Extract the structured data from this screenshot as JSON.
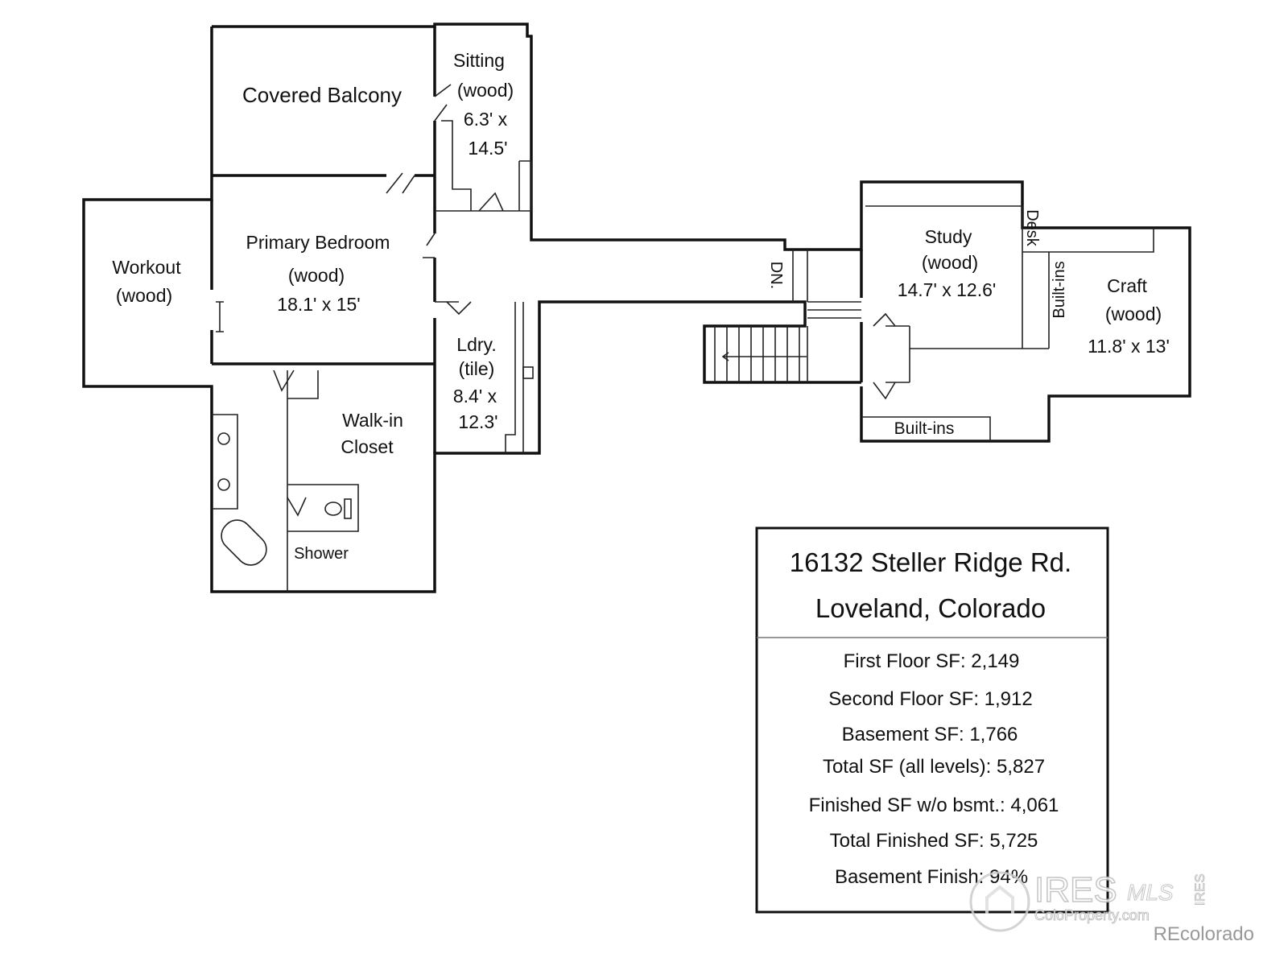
{
  "rooms": {
    "covered_balcony": "Covered Balcony",
    "sitting": {
      "name": "Sitting",
      "floor": "(wood)",
      "dim1": "6.3' x",
      "dim2": "14.5'"
    },
    "primary_bedroom": {
      "name": "Primary Bedroom",
      "floor": "(wood)",
      "dims": "18.1' x 15'"
    },
    "workout": {
      "name": "Workout",
      "floor": "(wood)"
    },
    "laundry": {
      "name": "Ldry.",
      "floor": "(tile)",
      "dim1": "8.4' x",
      "dim2": "12.3'"
    },
    "walk_in_closet": {
      "line1": "Walk-in",
      "line2": "Closet"
    },
    "shower": "Shower",
    "study": {
      "name": "Study",
      "floor": "(wood)",
      "dims": "14.7' x 12.6'"
    },
    "desk": "Desk",
    "builtins_vertical": "Built-ins",
    "builtins_bottom": "Built-ins",
    "craft": {
      "name": "Craft",
      "floor": "(wood)",
      "dims": "11.8' x 13'"
    },
    "stairs_down": "DN."
  },
  "info_box": {
    "address": "16132 Steller Ridge Rd.",
    "city": "Loveland, Colorado",
    "lines": [
      "First Floor SF: 2,149",
      "Second Floor SF: 1,912",
      "Basement SF: 1,766",
      "Total SF (all levels): 5,827",
      "Finished SF w/o bsmt.: 4,061",
      "Total Finished SF: 5,725",
      "Basement Finish: 94%"
    ]
  },
  "watermark": {
    "brand": "IRES",
    "mls": "MLS",
    "site": "ColoProperty.com",
    "side": "IRES",
    "recolorado": "REcolorado"
  },
  "colors": {
    "wall": "#111111",
    "watermark": "#bbbbbb"
  }
}
